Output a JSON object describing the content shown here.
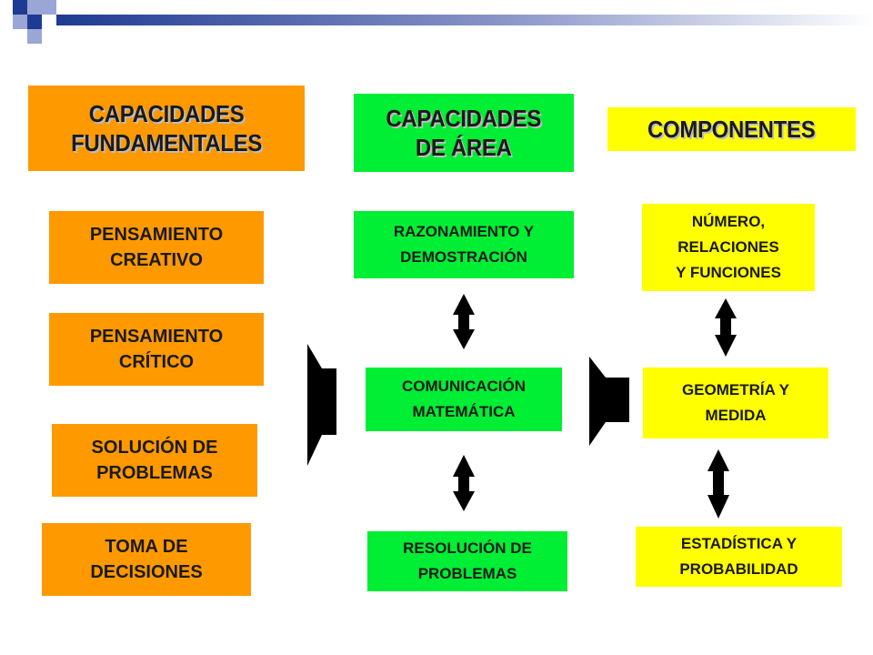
{
  "columns": {
    "fundamentales": {
      "title": "CAPACIDADES\nFUNDAMENTALES",
      "items": [
        "PENSAMIENTO\nCREATIVO",
        "PENSAMIENTO\nCRÍTICO",
        "SOLUCIÓN DE\nPROBLEMAS",
        "TOMA DE\nDECISIONES"
      ]
    },
    "area": {
      "title": "CAPACIDADES\nDE ÁREA",
      "items": [
        "RAZONAMIENTO Y\nDEMOSTRACIÓN",
        "COMUNICACIÓN\nMATEMÁTICA",
        "RESOLUCIÓN DE\nPROBLEMAS"
      ]
    },
    "componentes": {
      "title": "COMPONENTES",
      "items": [
        "NÚMERO,\nRELACIONES\nY FUNCIONES",
        "GEOMETRÍA Y\nMEDIDA",
        "ESTADÍSTICA Y\nPROBABILIDAD"
      ]
    }
  },
  "colors": {
    "orange": "#ff9900",
    "green": "#00ee33",
    "yellow": "#ffff00",
    "arrow": "#000000"
  }
}
